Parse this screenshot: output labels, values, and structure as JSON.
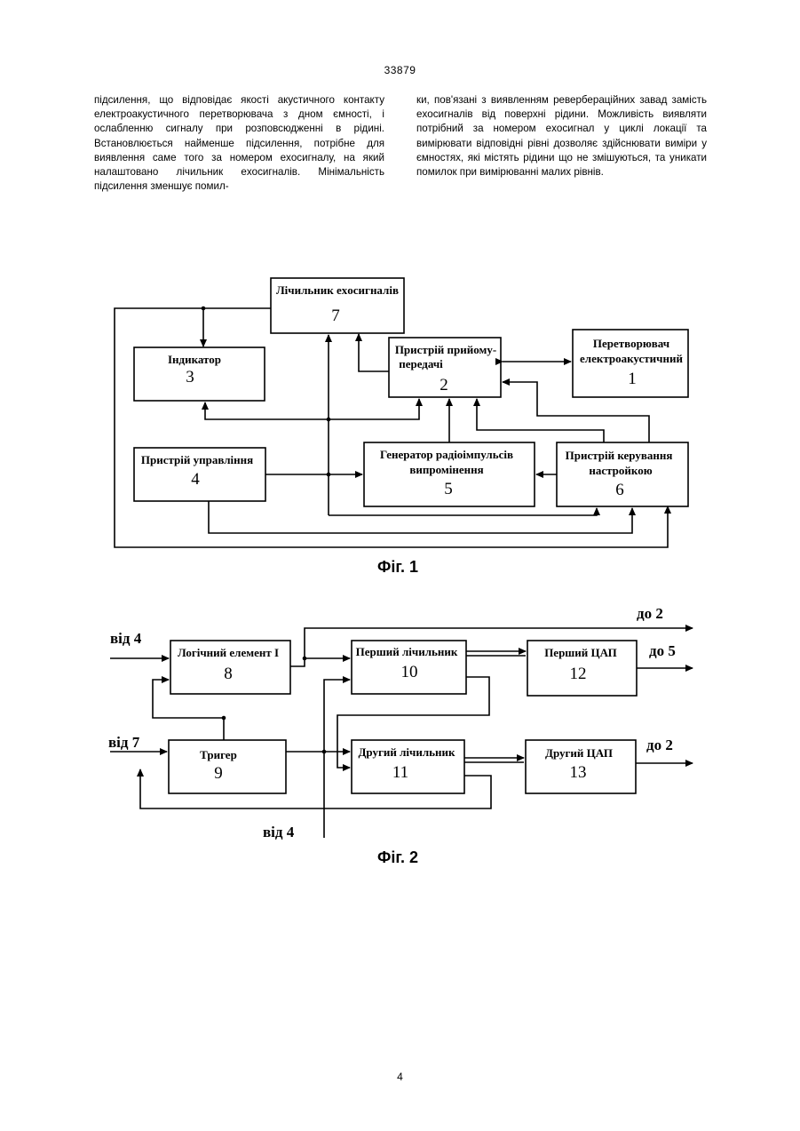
{
  "page_number_top": "33879",
  "page_number_bottom": "4",
  "text": {
    "left_column": "підсилення, що відповідає якості акустичного контакту електроакустичного перетворювача з дном ємності, і ослабленню сигналу при розповсюдженні в рідині. Встановлюється найменше підсилення, потрібне для виявлення саме того за номером exосигналу, на який налаштовано лічильник exосигналів. Мінімальність підсилення зменшує помил-",
    "right_column": "ки, пов'язані з виявленням реверберацiйних завад замість exосигналів від поверхні рідини. Можливість виявляти потрібний за номером exосигнал у циклі локації та вимірювати відповідні рівні дозволяє здійснювати виміри у ємностях, які містять рідини що не змішуються, та уникати помилок при вимірюванні малих рівнів."
  },
  "figure1": {
    "caption": "Фіг. 1",
    "blocks": {
      "b7": {
        "label": "Лічильник exосигналів",
        "number": "7"
      },
      "b3": {
        "label": "Індикатор",
        "number": "3"
      },
      "b2": {
        "label1": "Пристрій прийому-",
        "label2": "передачі",
        "number": "2"
      },
      "b1": {
        "label1": "Перетворювач",
        "label2": "електроакустичний",
        "number": "1"
      },
      "b4": {
        "label": "Пристрій управління",
        "number": "4"
      },
      "b5": {
        "label1": "Генератор радіоімпульсів",
        "label2": "випромінення",
        "number": "5"
      },
      "b6": {
        "label1": "Пристрій керування",
        "label2": "настройкою",
        "number": "6"
      }
    }
  },
  "figure2": {
    "caption": "Фіг. 2",
    "blocks": {
      "b8": {
        "label": "Логічний елемент I",
        "number": "8"
      },
      "b9": {
        "label": "Тригер",
        "number": "9"
      },
      "b10": {
        "label": "Перший лічильник",
        "number": "10"
      },
      "b11": {
        "label": "Другий лічильник",
        "number": "11"
      },
      "b12": {
        "label": "Перший ЦАП",
        "number": "12"
      },
      "b13": {
        "label": "Другий ЦАП",
        "number": "13"
      }
    },
    "io": {
      "in_from4_top": "від 4",
      "in_from7": "від 7",
      "in_from4_bottom": "від 4",
      "out_to2_top": "до 2",
      "out_to5": "до 5",
      "out_to2_bottom": "до 2"
    }
  }
}
